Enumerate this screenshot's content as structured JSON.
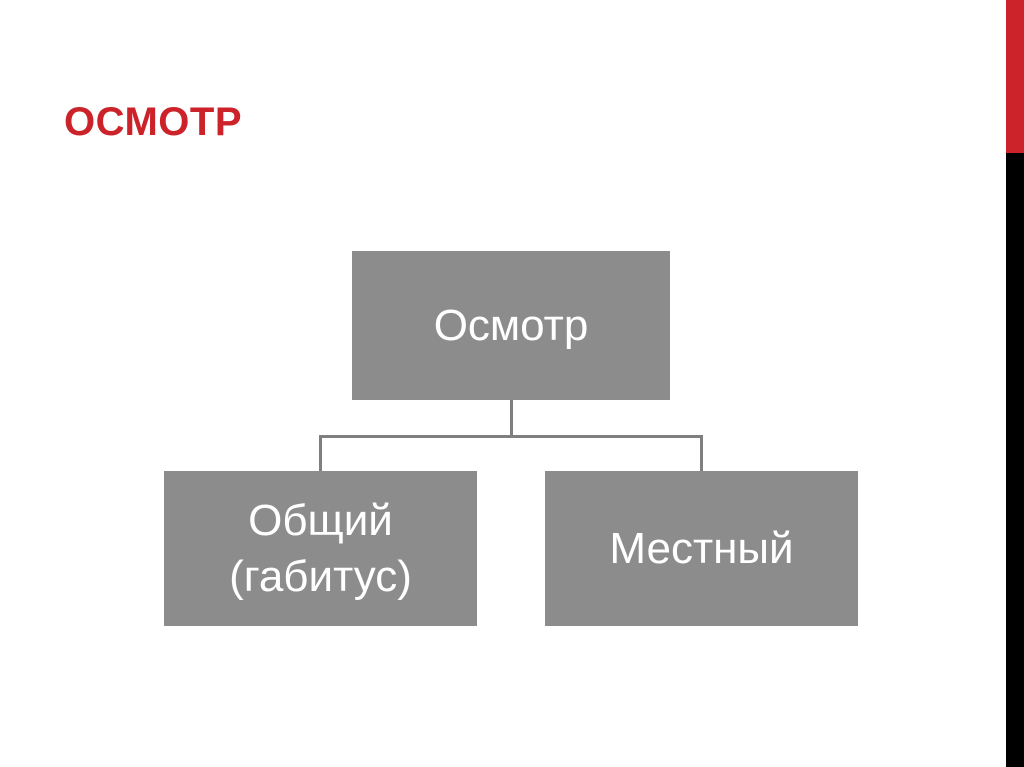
{
  "slide": {
    "title": "ОСМОТР",
    "background_color": "#FFFFFF",
    "accent_red": "#CC2229",
    "accent_black": "#000000",
    "node_fill": "#8C8C8C",
    "node_text_color": "#FFFFFF",
    "connector_color": "#7F7F7F"
  },
  "diagram": {
    "type": "org-chart",
    "root": {
      "id": "root",
      "label": "Осмотр"
    },
    "children": [
      {
        "id": "general",
        "label": "Общий\n(габитус)"
      },
      {
        "id": "local",
        "label": "Местный"
      }
    ]
  }
}
